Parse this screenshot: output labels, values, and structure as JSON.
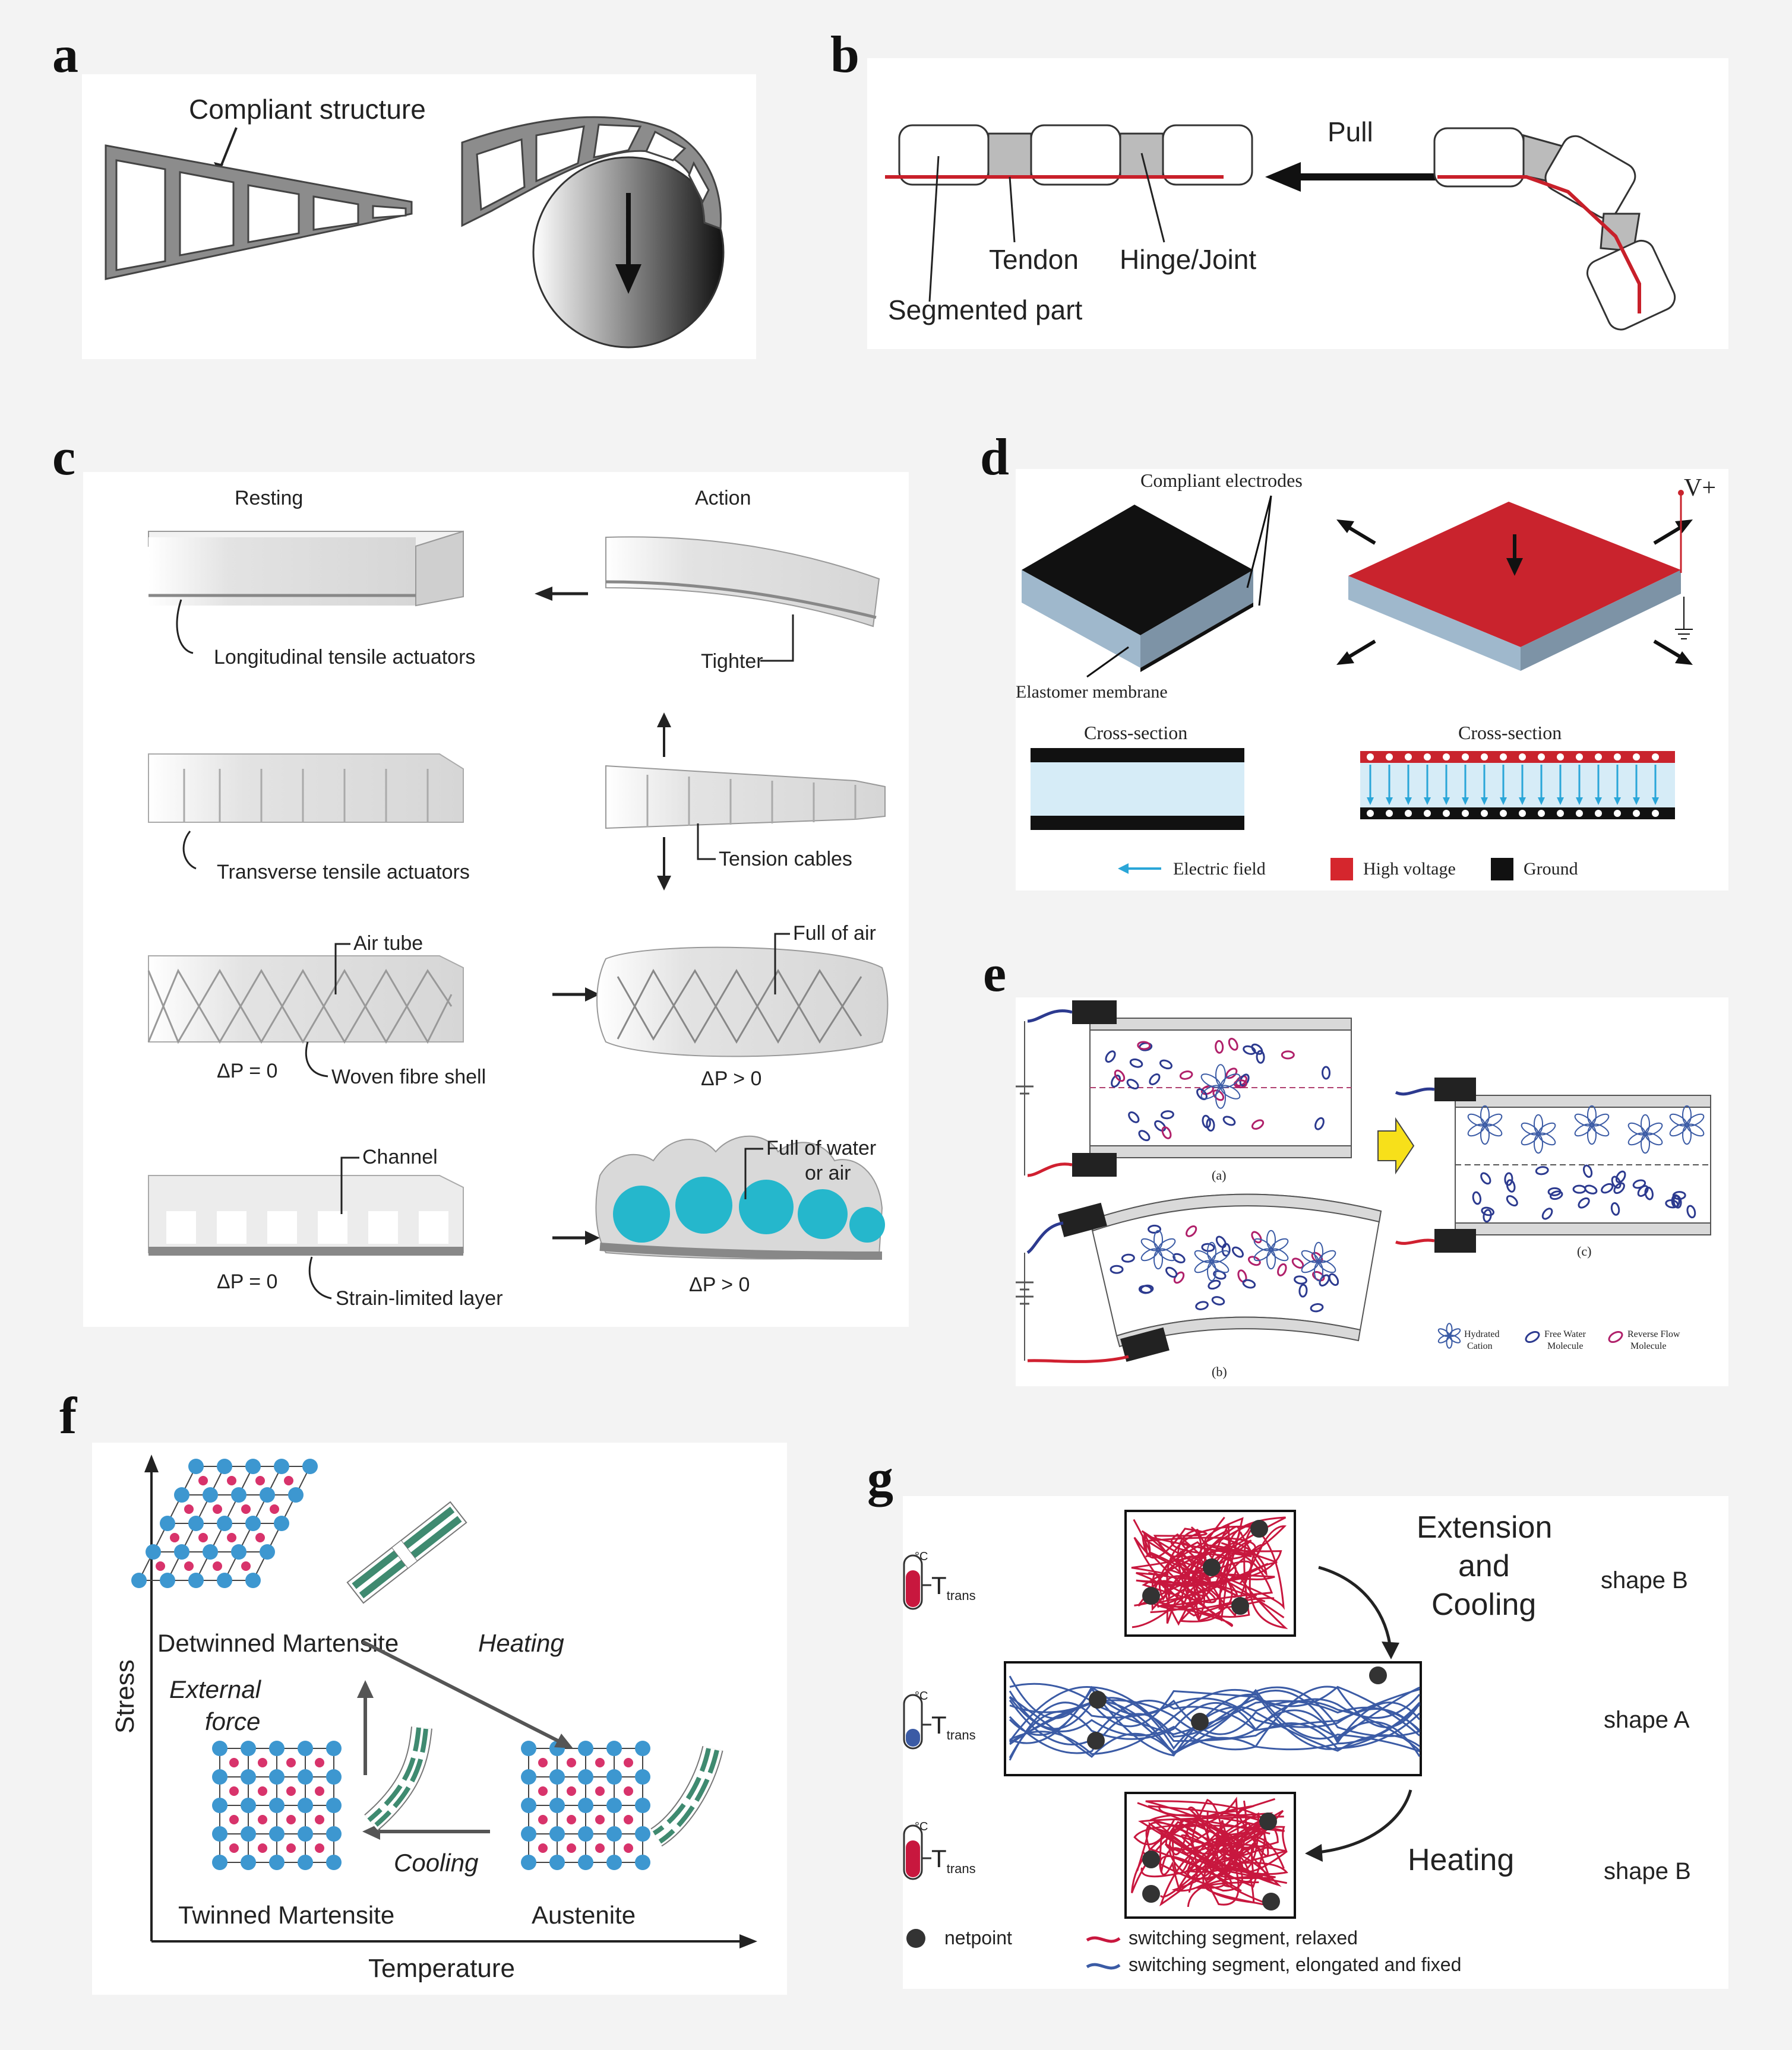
{
  "panels": {
    "a": {
      "letter": "a",
      "compliant_label": "Compliant structure"
    },
    "b": {
      "letter": "b",
      "pull": "Pull",
      "tendon": "Tendon",
      "hinge": "Hinge/Joint",
      "segmented": "Segmented part"
    },
    "c": {
      "letter": "c",
      "resting": "Resting",
      "action": "Action",
      "long_tensile": "Longitudinal tensile actuators",
      "tighter": "Tighter",
      "trans_tensile": "Transverse tensile actuators",
      "tension_cables": "Tension cables",
      "air_tube": "Air tube",
      "full_of_air": "Full of air",
      "woven": "Woven fibre shell",
      "dp_zero_1": "ΔP = 0",
      "dp_pos_1": "ΔP > 0",
      "channel": "Channel",
      "full_water_1": "Full of water",
      "full_water_2": "or air",
      "strain_layer": "Strain-limited layer",
      "dp_zero_2": "ΔP = 0",
      "dp_pos_2": "ΔP > 0"
    },
    "d": {
      "letter": "d",
      "compliant_electrodes": "Compliant electrodes",
      "vplus": "V+",
      "elastomer": "Elastomer membrane",
      "cross1": "Cross-section",
      "cross2": "Cross-section",
      "legend_field": "Electric field",
      "legend_hv": "High voltage",
      "legend_ground": "Ground",
      "color_hv": "#d5262d",
      "color_ground": "#111111",
      "color_field": "#2aa6d8"
    },
    "e": {
      "letter": "e",
      "sub_a": "(a)",
      "sub_b": "(b)",
      "sub_c": "(c)",
      "legend_1a": "Hydrated",
      "legend_1b": "Cation",
      "legend_2a": "Free Water",
      "legend_2b": "Molecule",
      "legend_3a": "Reverse Flow",
      "legend_3b": "Molecule"
    },
    "f": {
      "letter": "f",
      "stress": "Stress",
      "temperature": "Temperature",
      "detwinned": "Detwinned Martensite",
      "twinned": "Twinned Martensite",
      "austenite": "Austenite",
      "heating": "Heating",
      "cooling": "Cooling",
      "external_1": "External",
      "external_2": "force"
    },
    "g": {
      "letter": "g",
      "deg_c": "°C",
      "t_trans": "T",
      "t_trans_sub": "trans",
      "ext_1": "Extension",
      "ext_2": "and",
      "ext_3": "Cooling",
      "heating": "Heating",
      "shape_b1": "shape B",
      "shape_a": "shape A",
      "shape_b2": "shape B",
      "netpoint": "netpoint",
      "switch_relaxed": "switching segment, relaxed",
      "switch_elongated": "switching segment, elongated and fixed",
      "color_relaxed": "#c8173e",
      "color_elongated": "#3b5ba5"
    }
  }
}
